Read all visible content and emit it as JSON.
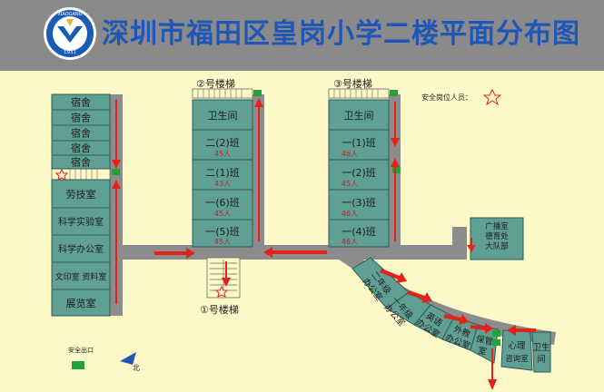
{
  "title": "深圳市福田区皇岗小学二楼平面分布图",
  "logo": {
    "text": "XIAOGANG",
    "year": "1931"
  },
  "safety_staff_label": "安全岗位人员：",
  "stairs": {
    "s1": "①号楼梯",
    "s2": "②号楼梯",
    "s3": "③号楼梯"
  },
  "left_block": {
    "dorms": [
      "宿舍",
      "宿舍",
      "宿舍",
      "宿舍",
      "宿舍"
    ],
    "rooms": [
      "劳技室",
      "科学实验室",
      "科学办公室",
      "文印室 资料室",
      "展览室"
    ]
  },
  "mid_block": {
    "toilet": "卫生间",
    "classes": [
      {
        "name": "二(2)班",
        "count": "45人"
      },
      {
        "name": "二(1)班",
        "count": "43人"
      },
      {
        "name": "一(6)班",
        "count": "45人"
      },
      {
        "name": "一(5)班",
        "count": "45人"
      }
    ]
  },
  "right_block": {
    "toilet": "卫生间",
    "classes": [
      {
        "name": "一(1)班",
        "count": "46人"
      },
      {
        "name": "一(2)班",
        "count": "45人"
      },
      {
        "name": "一(3)班",
        "count": "46人"
      },
      {
        "name": "一(4)班",
        "count": "46人"
      }
    ]
  },
  "broadcast": [
    "广播室",
    "德育处",
    "大队部"
  ],
  "curve_rooms": [
    {
      "l1": "二年级",
      "l2": "办公室"
    },
    {
      "l1": "一年级",
      "l2": "办公室"
    },
    {
      "l1": "英语",
      "l2": "办公室"
    },
    {
      "l1": "外教",
      "l2": "办公室"
    },
    {
      "l1": "保管",
      "l2": "室"
    },
    {
      "l1": "心理",
      "l2": "咨询室"
    },
    {
      "l1": "卫生",
      "l2": "间"
    }
  ],
  "legend": {
    "exit_label": "安全出口",
    "north_label": "北"
  },
  "colors": {
    "room": "#5f9f94",
    "room_border": "#2c5d57",
    "corridor": "#8c8c8c",
    "arrow": "#e2231a",
    "title": "#1f56b8",
    "background": "#fdf8c8"
  }
}
